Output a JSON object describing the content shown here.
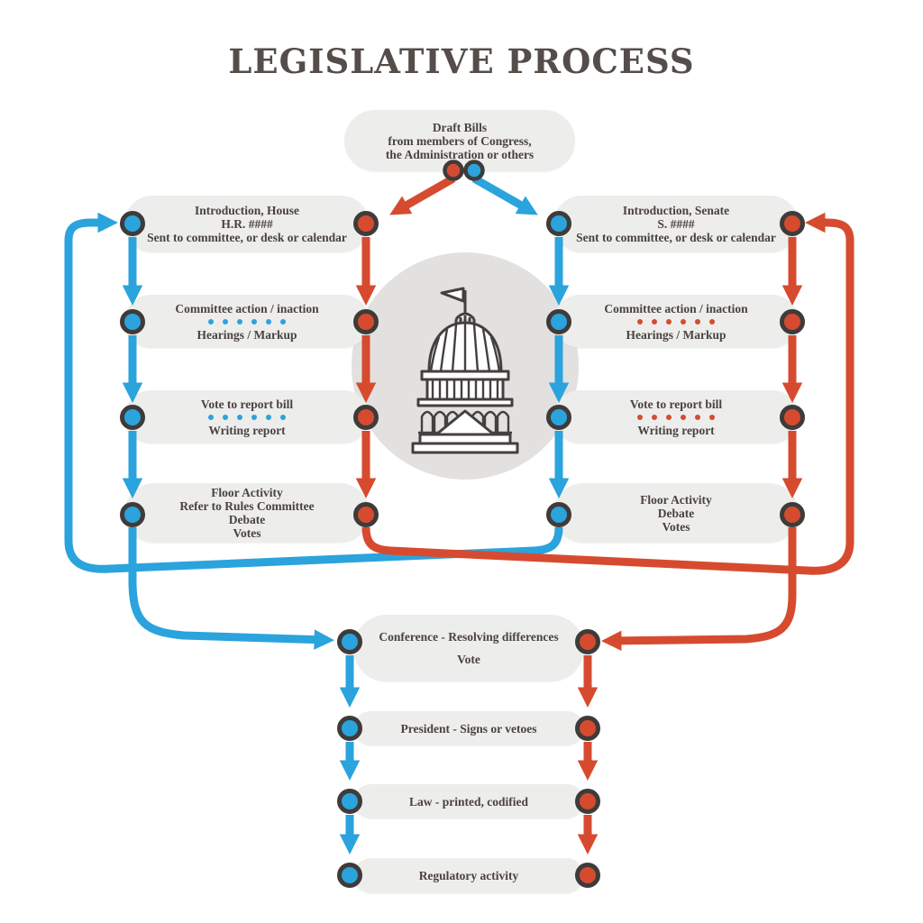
{
  "title": "LEGISLATIVE PROCESS",
  "colors": {
    "house_first_track_red": "#d64b2f",
    "senate_first_track_blue": "#2ba3dc",
    "node_ring": "#3f3b3a",
    "box_fill": "#ededec",
    "center_circle_fill": "#e2e1e0",
    "text": "#4a4240",
    "title_text": "#544d4a",
    "background": "#ffffff"
  },
  "draft_bills": {
    "line1": "Draft Bills",
    "line2": "from members of Congress,",
    "line3": "the Administration or others"
  },
  "house": {
    "intro": {
      "line1": "Introduction, House",
      "line2": "H.R. ####",
      "line3": "Sent to committee, or desk or calendar"
    },
    "committee": {
      "line1": "Committee action / inaction",
      "line2": "Hearings / Markup"
    },
    "vote": {
      "line1": "Vote to report bill",
      "line2": "Writing report"
    },
    "floor": {
      "line1": "Floor Activity",
      "line2": "Refer to Rules Committee",
      "line3": "Debate",
      "line4": "Votes"
    }
  },
  "senate": {
    "intro": {
      "line1": "Introduction, Senate",
      "line2": "S. ####",
      "line3": "Sent to committee, or desk or calendar"
    },
    "committee": {
      "line1": "Committee action / inaction",
      "line2": "Hearings / Markup"
    },
    "vote": {
      "line1": "Vote to report bill",
      "line2": "Writing report"
    },
    "floor": {
      "line1": "Floor Activity",
      "line2": "Debate",
      "line3": "Votes"
    }
  },
  "bottom": {
    "conference": {
      "line1": "Conference - Resolving differences",
      "line2": "Vote"
    },
    "president": {
      "line1": "President - Signs or vetoes"
    },
    "law": {
      "line1": "Law - printed, codified"
    },
    "regulatory": {
      "line1": "Regulatory activity"
    }
  },
  "icons": {
    "center": "capitol-building-icon"
  }
}
